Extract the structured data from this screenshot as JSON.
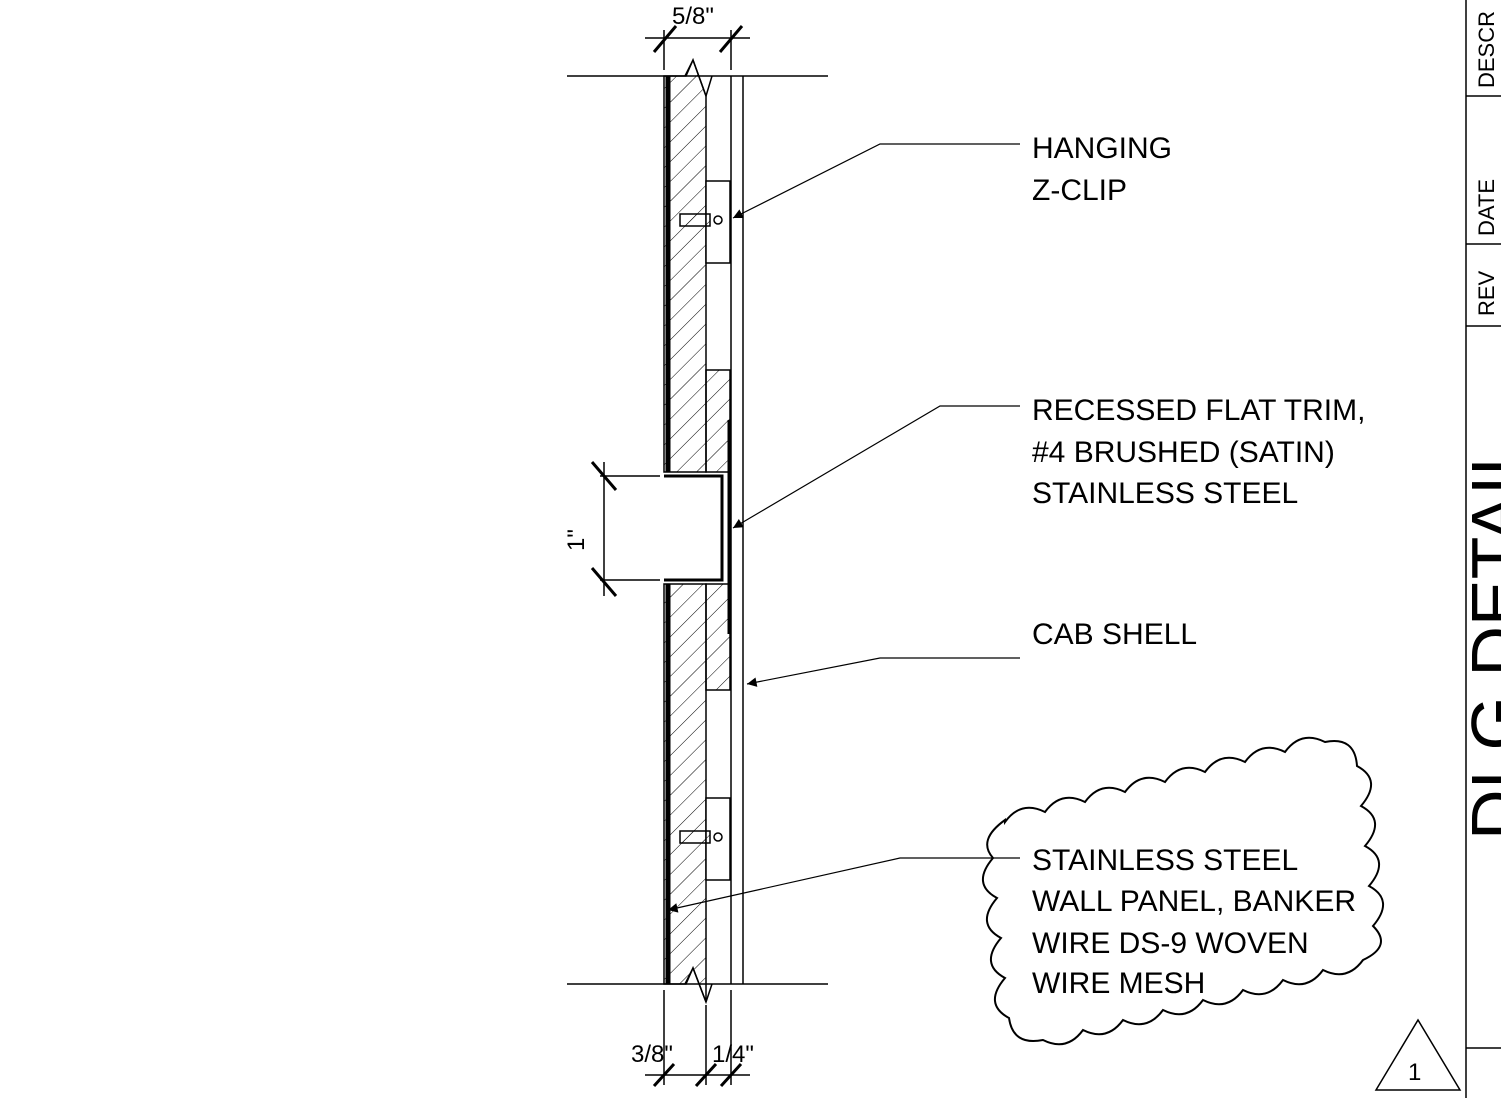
{
  "dimensions": {
    "top_width": "5/8\"",
    "gap_height": "1\"",
    "bottom_left": "3/8\"",
    "bottom_right": "1/4\""
  },
  "callouts": {
    "z_clip": [
      "HANGING",
      "Z-CLIP"
    ],
    "trim": [
      "RECESSED FLAT TRIM,",
      "#4 BRUSHED (SATIN)",
      "STAINLESS STEEL"
    ],
    "cab_shell": [
      "CAB SHELL"
    ],
    "wall_panel": [
      "STAINLESS STEEL",
      "WALL PANEL, BANKER",
      "WIRE DS-9 WOVEN",
      "WIRE MESH"
    ]
  },
  "revision_marker": "1",
  "title_block": {
    "description_header": "DESCR",
    "date_header": "DATE",
    "rev_header": "REV",
    "sheet_title_fragment": "DI  G  DETAIL"
  }
}
